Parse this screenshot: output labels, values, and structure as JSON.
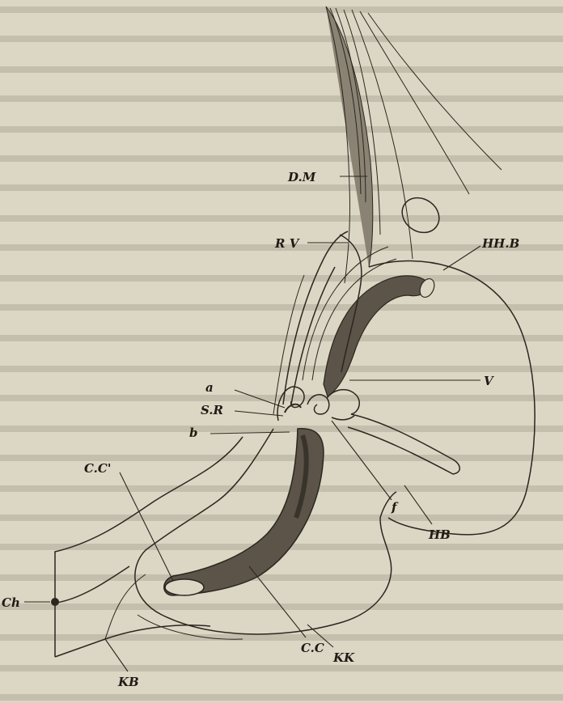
{
  "figure": {
    "labels": {
      "dm": "D.M",
      "rv": "R V",
      "hhb": "HH.B",
      "v": "V",
      "a": "a",
      "sr": "S.R",
      "b": "b",
      "ccp": "C.C'",
      "ch": "Ch",
      "f": "f",
      "hb": "HB",
      "cc": "C.C",
      "kk": "KK",
      "kb": "KB"
    }
  },
  "colors": {
    "paper": "#dcd6c4",
    "ink": "#2b2620",
    "shading": "#5c5448"
  }
}
